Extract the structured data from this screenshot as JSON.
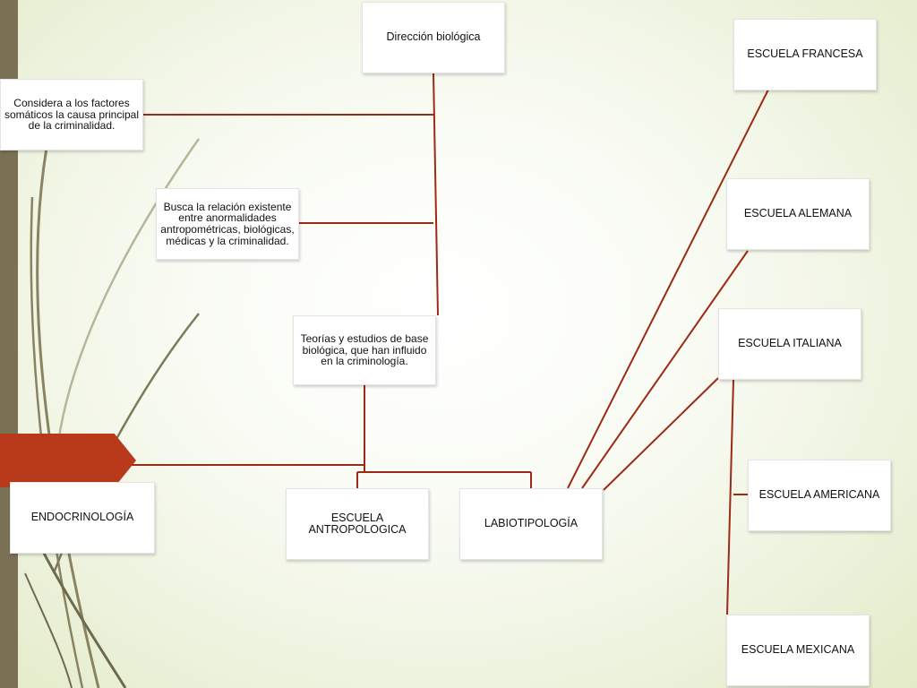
{
  "diagram": {
    "root": "Dirección biológica",
    "definition_1": "Considera a los factores somáticos la causa principal de la criminalidad.",
    "definition_2": "Busca la relación existente entre anormalidades antropométricas, biológicas, médicas y la criminalidad.",
    "definition_3": "Teorías  y estudios de base biológica, que han influido en la criminología.",
    "branches": {
      "endocrinology": "ENDOCRINOLOGÍA",
      "anthropological": "ESCUELA ANTROPOLOGICA",
      "biotypology": "LABIOTIPOLOGÍA"
    },
    "schools": {
      "french": "ESCUELA FRANCESA",
      "german": "ESCUELA ALEMANA",
      "italian": "ESCUELA ITALIANA",
      "american": "ESCUELA AMERICANA",
      "mexican": "ESCUELA MEXICANA"
    }
  },
  "colors": {
    "connector": "#9c2a14",
    "accent": "#b83a1b",
    "side_bar": "#7a7155",
    "stem": "#8a8361"
  }
}
